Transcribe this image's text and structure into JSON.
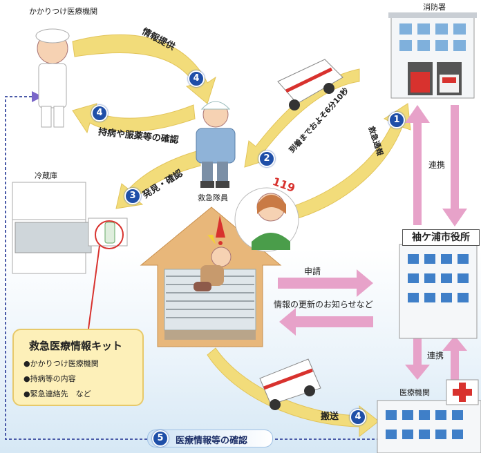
{
  "labels": {
    "clinic": "かかりつけ医療機関",
    "fire_station": "消防署",
    "refrigerator": "冷蔵庫",
    "paramedic": "救急隊員",
    "city_hall": "袖ケ浦市役所",
    "medical_institution": "医療機関",
    "number_119": "119"
  },
  "arrows": {
    "info_provide": "情報提供",
    "history_check": "持病や服薬等の確認",
    "discovery_check": "発見・確認",
    "arrival_time": "到着までおよそ6分10秒",
    "emergency_report": "救急通報",
    "cooperation_top": "連携",
    "cooperation_bottom": "連携",
    "application": "申請",
    "update_notice": "情報の更新のお知らせなど",
    "transport": "搬送",
    "medical_info_check": "医療情報等の確認"
  },
  "step_numbers": {
    "info_provide": "4",
    "history_check": "4",
    "discovery_check": "3",
    "arrival_time": "2",
    "emergency_report": "1",
    "transport": "4",
    "medical_info_check": "5"
  },
  "kit": {
    "title": "救急医療情報キット",
    "items": [
      "●かかりつけ医療機関",
      "●持病等の内容",
      "●緊急連絡先　など"
    ]
  },
  "colors": {
    "arrow_yellow": "#f2dc7a",
    "arrow_pink": "#e7a2c9",
    "step_blue": "#1f4fa8",
    "house_tan": "#e8b77a",
    "kit_bg": "#fdf0b9"
  }
}
